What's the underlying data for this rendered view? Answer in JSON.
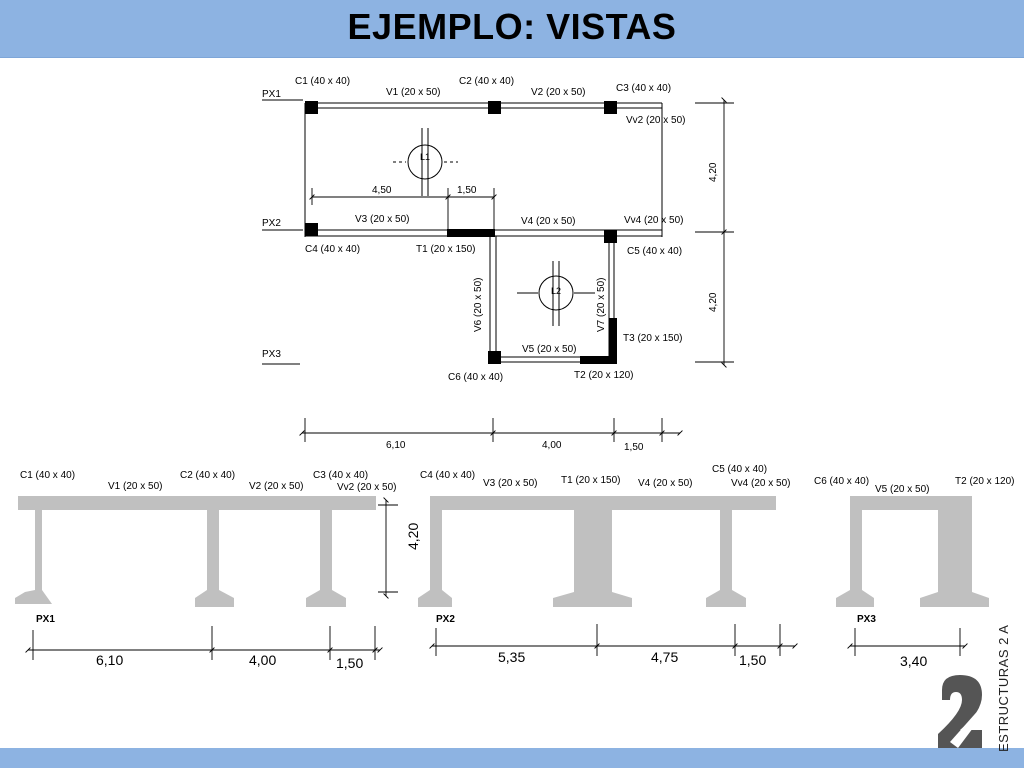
{
  "title": "EJEMPLO: VISTAS",
  "logo": {
    "text": "ESTRUCTURAS 2 A",
    "color": "#555555"
  },
  "colors": {
    "header": "#8db3e2",
    "elevation_fill": "#c0c0c0",
    "column_fill": "#000000"
  },
  "plan": {
    "grid_labels": [
      "PX1",
      "PX2",
      "PX3"
    ],
    "columns": {
      "c1": "C1 (40 x 40)",
      "c2": "C2 (40 x 40)",
      "c3": "C3 (40 x 40)",
      "c4": "C4 (40 x 40)",
      "c5": "C5 (40 x 40)",
      "c6": "C6 (40 x 40)"
    },
    "beams": {
      "v1": "V1 (20 x 50)",
      "v2": "V2 (20 x 50)",
      "vv2": "Vv2 (20 x 50)",
      "v3": "V3 (20 x 50)",
      "v4": "V4 (20 x 50)",
      "vv4": "Vv4 (20 x 50)",
      "v5": "V5 (20 x 50)",
      "v6": "V6 (20 x 50)",
      "v7": "V7 (20 x 50)"
    },
    "walls": {
      "t1": "T1 (20 x 150)",
      "t2": "T2 (20 x 120)",
      "t3": "T3 (20 x 150)"
    },
    "slabs": {
      "l1": "L1",
      "l2": "L2"
    },
    "dims": {
      "inner_left": "4,50",
      "inner_right": "1,50",
      "right_upper": "4,20",
      "right_lower": "4,20",
      "bottom_1": "6,10",
      "bottom_2": "4,00",
      "bottom_3": "1,50"
    }
  },
  "elevations": {
    "px1": {
      "label": "PX1",
      "tags": {
        "c1": "C1 (40 x 40)",
        "c2": "C2 (40 x 40)",
        "c3": "C3 (40 x 40)",
        "v1": "V1 (20 x 50)",
        "v2": "V2 (20 x 50)",
        "vv2": "Vv2 (20 x 50)"
      },
      "dims": [
        "6,10",
        "4,00",
        "1,50"
      ],
      "height": "4,20"
    },
    "px2": {
      "label": "PX2",
      "tags": {
        "c4": "C4 (40 x 40)",
        "c5": "C5 (40 x 40)",
        "v3": "V3 (20 x 50)",
        "t1": "T1 (20 x 150)",
        "v4": "V4 (20 x 50)",
        "vv4": "Vv4 (20 x 50)"
      },
      "dims": [
        "5,35",
        "4,75",
        "1,50"
      ]
    },
    "px3": {
      "label": "PX3",
      "tags": {
        "c6": "C6 (40 x 40)",
        "v5": "V5 (20 x 50)",
        "t2": "T2 (20 x 120)"
      },
      "dims": [
        "3,40"
      ]
    }
  }
}
